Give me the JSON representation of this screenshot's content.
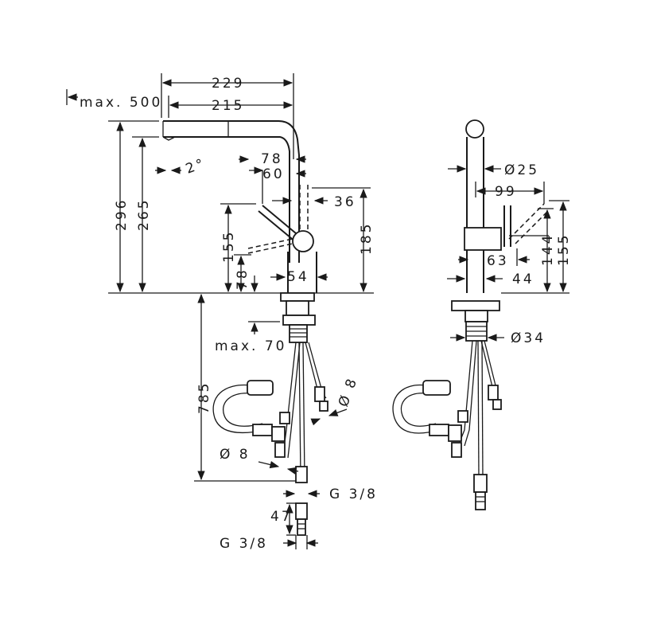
{
  "front_view": {
    "dimensions": {
      "reach_overall": "229",
      "reach_spout": "215",
      "pullout": "max. 500",
      "height_total": "296",
      "height_outlet": "265",
      "angle": "2°",
      "offset_78": "78",
      "offset_60": "60",
      "body_36": "36",
      "body_height": "185",
      "lever_155": "155",
      "lever_78": "78",
      "base_width": "54",
      "thickness": "max. 70",
      "hose_length": "785",
      "hose_dia_right": "Ø 8",
      "hose_dia_left": "Ø 8",
      "conn_upper": "G 3/8",
      "conn_length": "47",
      "conn_lower": "G 3/8"
    }
  },
  "side_view": {
    "dimensions": {
      "spout_dia": "Ø25",
      "lever_reach": "99",
      "lever_144": "144",
      "lever_155": "155",
      "body_63": "63",
      "base_44": "44",
      "shank_dia": "Ø34"
    }
  }
}
